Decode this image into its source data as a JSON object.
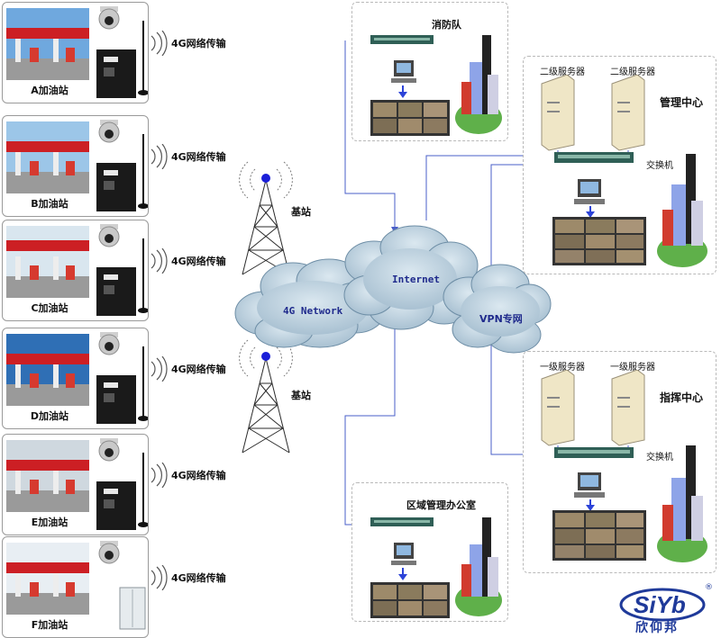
{
  "stations": [
    {
      "label": "A加油站",
      "transmission": "4G网络传输",
      "type": "dvr"
    },
    {
      "label": "B加油站",
      "transmission": "4G网络传输",
      "type": "dvr"
    },
    {
      "label": "C加油站",
      "transmission": "4G网络传输",
      "type": "dvr"
    },
    {
      "label": "D加油站",
      "transmission": "4G网络传输",
      "type": "dvr"
    },
    {
      "label": "E加油站",
      "transmission": "4G网络传输",
      "type": "dvr"
    },
    {
      "label": "F加油站",
      "transmission": "4G网络传输",
      "type": "cabinet"
    }
  ],
  "base_stations": [
    {
      "label": "基站"
    },
    {
      "label": "基站"
    }
  ],
  "clouds": {
    "network_4g": "4G Network",
    "internet": "Internet",
    "vpn": "VPN专网"
  },
  "fire_brigade": {
    "title": "消防队"
  },
  "district_office": {
    "title": "区域管理办公室"
  },
  "management_center": {
    "title": "管理中心",
    "servers": [
      "二级服务器",
      "二级服务器"
    ],
    "switch_label": "交换机"
  },
  "command_center": {
    "title": "指挥中心",
    "servers": [
      "一级服务器",
      "一级服务器"
    ],
    "switch_label": "交换机"
  },
  "logo": {
    "brand": "SiYb",
    "name": "欣仰邦",
    "mark": "®"
  },
  "colors": {
    "line": "#4a5fc9",
    "cloud": "#c4d7e4",
    "accent_red": "#cc1f24",
    "tower_dot": "#1b1fd8"
  }
}
